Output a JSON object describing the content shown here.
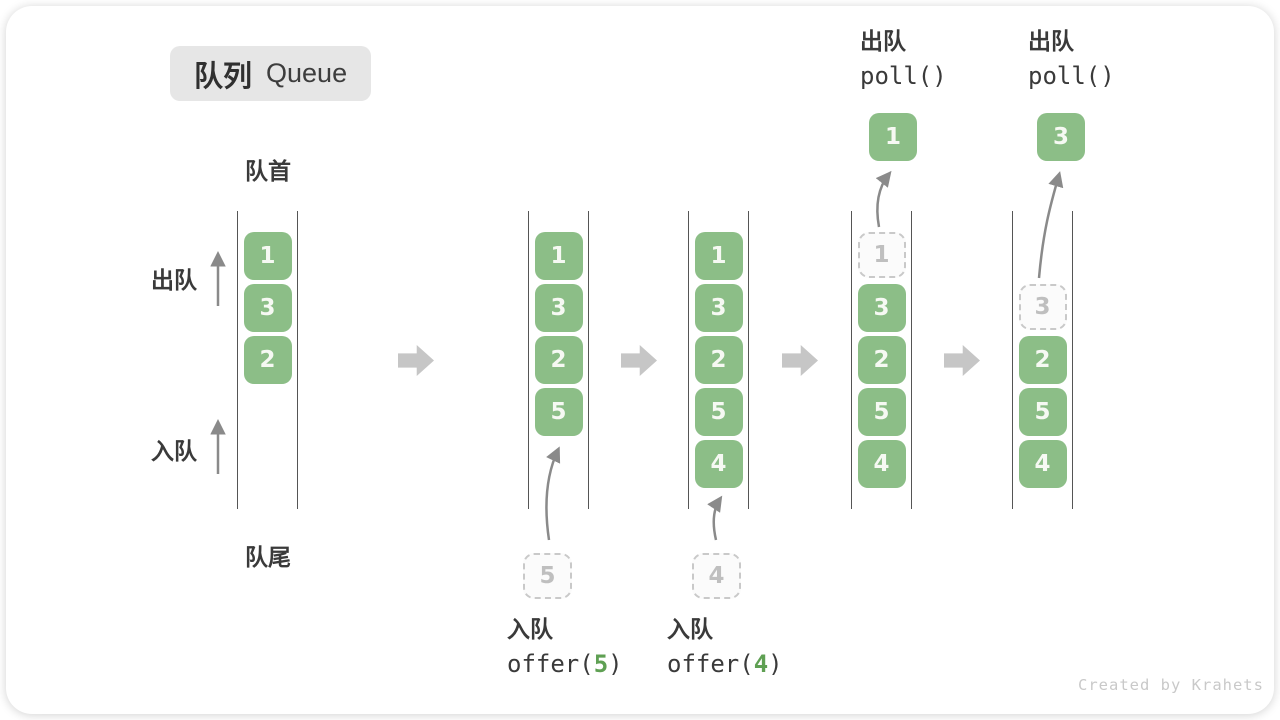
{
  "title": {
    "zh": "队列",
    "en": "Queue"
  },
  "labels": {
    "front": "队首",
    "rear": "队尾",
    "dequeue": "出队",
    "enqueue": "入队"
  },
  "queues": [
    {
      "slots": [
        {
          "row": 1,
          "type": "filled",
          "value": "1"
        },
        {
          "row": 2,
          "type": "filled",
          "value": "3"
        },
        {
          "row": 3,
          "type": "filled",
          "value": "2"
        }
      ]
    },
    {
      "slots": [
        {
          "row": 1,
          "type": "filled",
          "value": "1"
        },
        {
          "row": 2,
          "type": "filled",
          "value": "3"
        },
        {
          "row": 3,
          "type": "filled",
          "value": "2"
        },
        {
          "row": 4,
          "type": "filled",
          "value": "5"
        }
      ]
    },
    {
      "slots": [
        {
          "row": 1,
          "type": "filled",
          "value": "1"
        },
        {
          "row": 2,
          "type": "filled",
          "value": "3"
        },
        {
          "row": 3,
          "type": "filled",
          "value": "2"
        },
        {
          "row": 4,
          "type": "filled",
          "value": "5"
        },
        {
          "row": 5,
          "type": "filled",
          "value": "4"
        }
      ]
    },
    {
      "slots": [
        {
          "row": 1,
          "type": "dashed",
          "value": "1"
        },
        {
          "row": 2,
          "type": "filled",
          "value": "3"
        },
        {
          "row": 3,
          "type": "filled",
          "value": "2"
        },
        {
          "row": 4,
          "type": "filled",
          "value": "5"
        },
        {
          "row": 5,
          "type": "filled",
          "value": "4"
        }
      ]
    },
    {
      "slots": [
        {
          "row": 2,
          "type": "dashed",
          "value": "3"
        },
        {
          "row": 3,
          "type": "filled",
          "value": "2"
        },
        {
          "row": 4,
          "type": "filled",
          "value": "5"
        },
        {
          "row": 5,
          "type": "filled",
          "value": "4"
        }
      ]
    }
  ],
  "operations": {
    "enqueue5": {
      "label": "入队",
      "fn": "offer(",
      "arg": "5",
      "close": ")",
      "pending_value": "5"
    },
    "enqueue4": {
      "label": "入队",
      "fn": "offer(",
      "arg": "4",
      "close": ")",
      "pending_value": "4"
    },
    "poll1": {
      "label": "出队",
      "code": "poll()",
      "result": "1"
    },
    "poll3": {
      "label": "出队",
      "code": "poll()",
      "result": "3"
    }
  },
  "watermark": "Created by Krahets",
  "colors": {
    "box_green": "#8CBE87",
    "code_green": "#5FA053",
    "block_arrow_gray": "#C6C6C6",
    "thin_arrow_gray": "#8A8A8A",
    "dashed_border": "#C9C9C9",
    "dashed_text": "#BFBFBF",
    "text_dark": "#3A3A3A",
    "badge_bg": "#E6E6E6",
    "channel_line": "#555555"
  }
}
